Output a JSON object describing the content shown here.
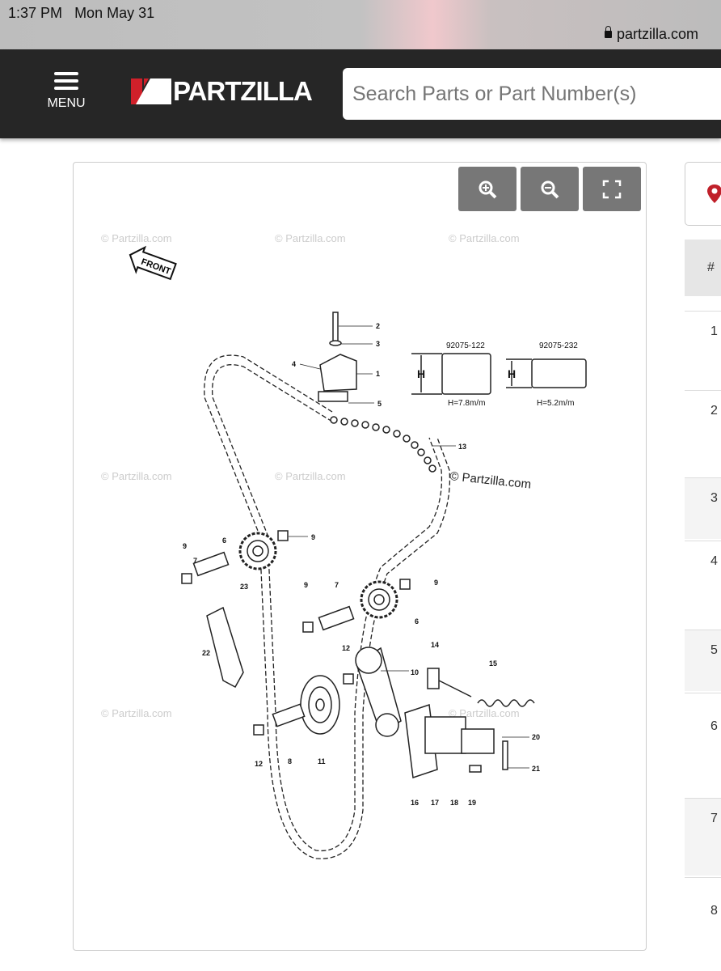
{
  "status_bar": {
    "time": "1:37 PM",
    "date": "Mon May 31",
    "url": "partzilla.com"
  },
  "header": {
    "menu_label": "MENU",
    "logo_text": "PARTZILLA",
    "search_placeholder": "Search Parts or Part Number(s)"
  },
  "viewer": {
    "tools": [
      "zoom-in-icon",
      "zoom-out-icon",
      "fullscreen-icon"
    ],
    "watermark": "© Partzilla.com",
    "front_label": "FRONT",
    "spec": {
      "part_a": "92075-122",
      "part_b": "92075-232",
      "h_label": "H",
      "h_a": "H=7.8m/m",
      "h_b": "H=5.2m/m"
    },
    "callouts": [
      "2",
      "3",
      "1",
      "4",
      "5",
      "13",
      "9",
      "6",
      "9",
      "7",
      "23",
      "9",
      "7",
      "9",
      "6",
      "22",
      "12",
      "14",
      "10",
      "15",
      "20",
      "21",
      "12",
      "8",
      "11",
      "16",
      "17",
      "18",
      "19"
    ]
  },
  "parts_table": {
    "header": "#",
    "rows": [
      "1",
      "2",
      "3",
      "4",
      "5",
      "6",
      "7",
      "8"
    ]
  },
  "colors": {
    "brand_red": "#d0202a",
    "nav_bg": "#262626",
    "pin_red": "#c0202a"
  }
}
